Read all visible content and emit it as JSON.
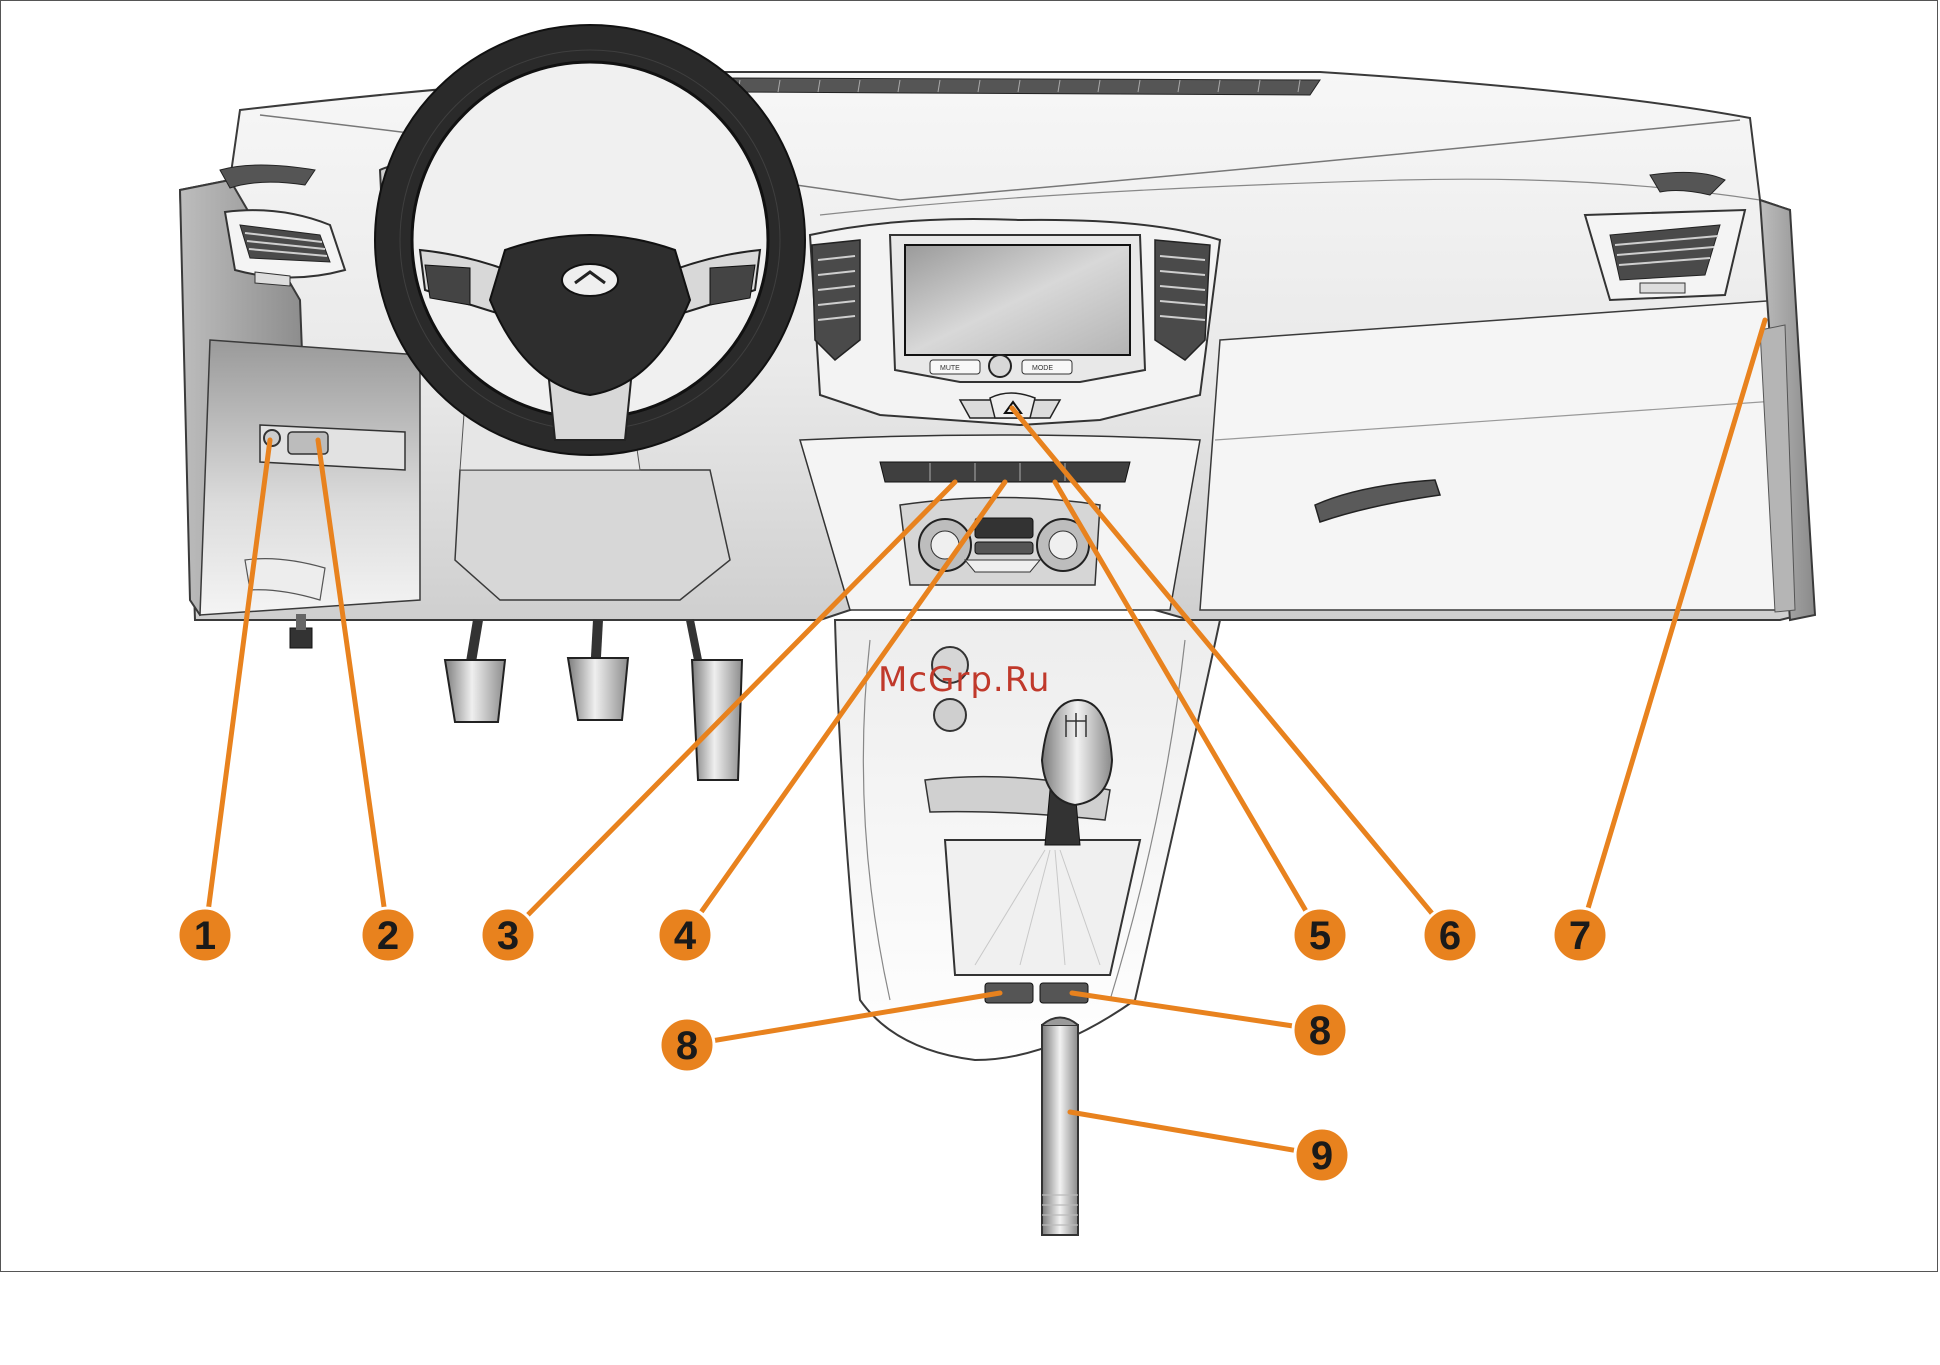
{
  "watermark": "McGrp.Ru",
  "colors": {
    "callout_fill": "#e8821e",
    "callout_stroke": "#ffffff",
    "leader_line": "#e8821e",
    "line_art": "#3a3a3a",
    "shade_dark": "#8c8c8c",
    "shade_light": "#e4e4e4"
  },
  "dashboard": {
    "screen_buttons": [
      "MUTE",
      "MODE"
    ]
  },
  "callouts": [
    {
      "id": "1",
      "label": "1"
    },
    {
      "id": "2",
      "label": "2"
    },
    {
      "id": "3",
      "label": "3"
    },
    {
      "id": "4",
      "label": "4"
    },
    {
      "id": "5",
      "label": "5"
    },
    {
      "id": "6",
      "label": "6"
    },
    {
      "id": "7",
      "label": "7"
    },
    {
      "id": "8a",
      "label": "8"
    },
    {
      "id": "8b",
      "label": "8"
    },
    {
      "id": "9",
      "label": "9"
    }
  ]
}
